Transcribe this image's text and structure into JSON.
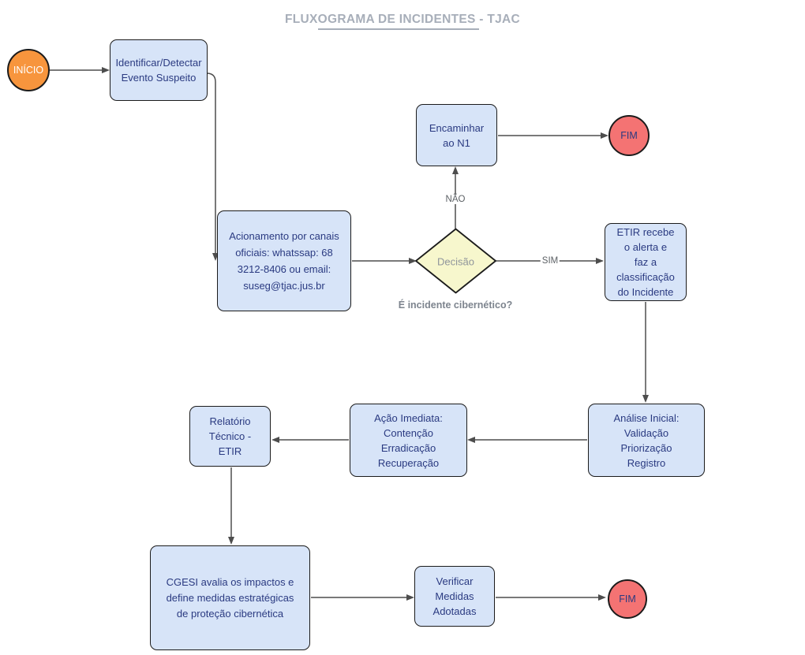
{
  "colors": {
    "canvas-bg": "#ffffff",
    "title-color": "#a7aeb9",
    "process-fill": "#d7e4f8",
    "process-text": "#2a3a81",
    "shape-border": "#1b1b1b",
    "start-fill": "#f7953d",
    "start-text": "#ffffff",
    "end-fill": "#f47373",
    "decision-fill": "#f7f7cd",
    "decision-text": "#8f959b",
    "edge-label-color": "#5c6165",
    "question-color": "#7d848e",
    "connector": "#4d4d4d"
  },
  "title": {
    "part1": "FLUX",
    "part2_underlined": "OGRAMA DE INCIDENTES ",
    "part3": "- TJAC"
  },
  "nodes": {
    "start": {
      "label": "INÍCIO"
    },
    "identify": {
      "label": "Identificar/Detectar\nEvento Suspeito"
    },
    "acionamento": {
      "label": "Acionamento por canais\noficiais: whatssap: 68\n3212-8406 ou email:\nsuseg@tjac.jus.br"
    },
    "decision": {
      "label": "Decisão",
      "question": "É incidente cibernético?",
      "no_label": "NÃO",
      "yes_label": "SIM"
    },
    "encaminhar": {
      "label": "Encaminhar\nao N1"
    },
    "fim1": {
      "label": "FIM"
    },
    "etir": {
      "label": "ETIR recebe\no alerta e\nfaz a\nclassificação\ndo Incidente"
    },
    "analise": {
      "label": "Análise Inicial:\nValidação\nPriorização\nRegistro"
    },
    "acao": {
      "label": "Ação Imediata:\nContenção\nErradicação\nRecuperação"
    },
    "relatorio": {
      "label": "Relatório\nTécnico -\nETIR"
    },
    "cgesi": {
      "label": "CGESI avalia os impactos e\ndefine medidas estratégicas\nde proteção cibernética"
    },
    "verificar": {
      "label": "Verificar\nMedidas\nAdotadas"
    },
    "fim2": {
      "label": "FIM"
    }
  }
}
